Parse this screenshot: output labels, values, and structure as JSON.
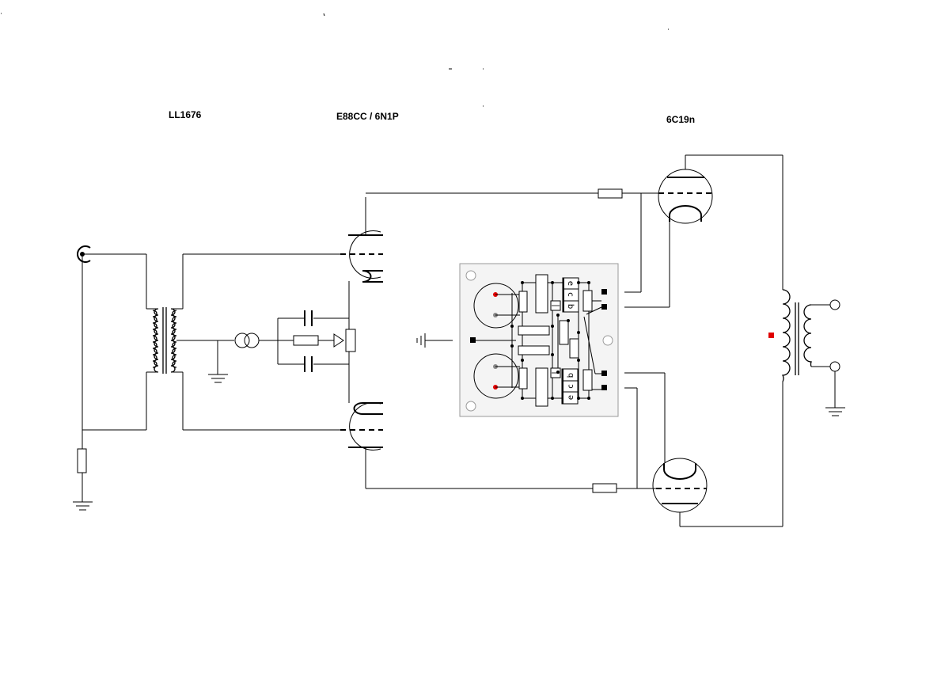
{
  "labels": {
    "transformer": "LL1676",
    "input_tube": "E88CC / 6N1P",
    "output_tube": "6C19n"
  },
  "pcb": {
    "pin_letters_top": [
      "e",
      "c",
      "b"
    ],
    "pin_letters_bottom": [
      "e",
      "c",
      "b"
    ]
  },
  "colors": {
    "wire": "#000000",
    "background": "#ffffff",
    "board": "#f4f4f4",
    "board_border": "#999999",
    "pad_red": "#e00000",
    "pad_gray": "#888888",
    "node_red": "#e00000"
  },
  "icons": [
    "rca-jack-icon",
    "transformer-icon",
    "ground-icon",
    "current-source-icon",
    "capacitor-icon",
    "resistor-icon",
    "triode-icon",
    "chassis-ground-icon",
    "output-transformer-icon",
    "terminal-icon"
  ]
}
